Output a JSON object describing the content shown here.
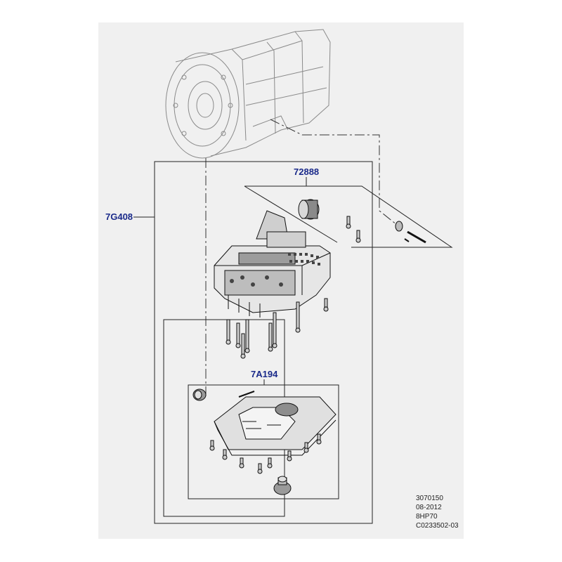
{
  "colors": {
    "background": "#f0f0f0",
    "callout_text": "#1a2a8a",
    "line": "#222222",
    "ghost_line": "#9a9a9a"
  },
  "callouts": {
    "valve_body": "72888",
    "transmission_assembly": "7G408",
    "oil_pan": "7A194"
  },
  "reference": {
    "line1": "3070150",
    "line2": "08-2012",
    "line3": "8HP70",
    "line4": "C0233502-03"
  }
}
